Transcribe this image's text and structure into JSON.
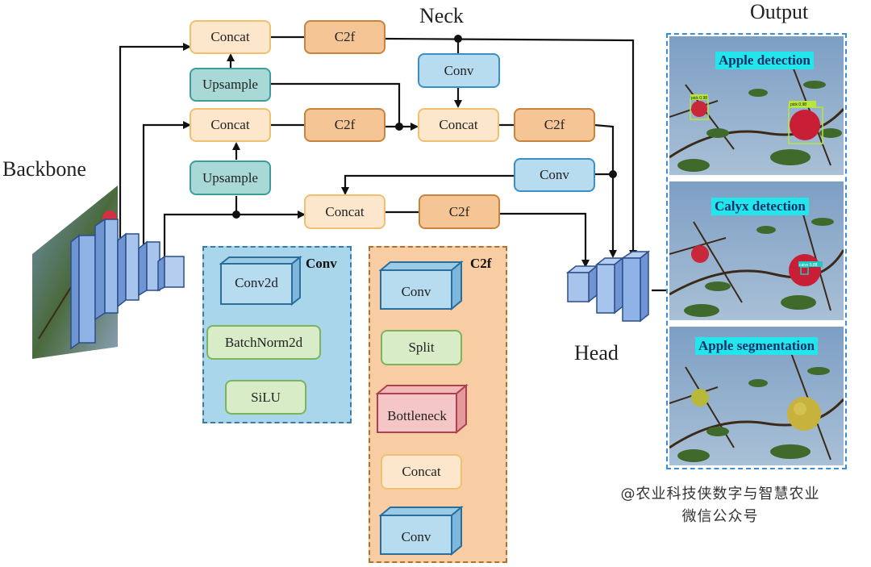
{
  "titles": {
    "neck": "Neck",
    "output": "Output",
    "backbone": "Backbone",
    "head": "Head"
  },
  "neck_blocks": {
    "concat_top": "Concat",
    "c2f_top": "C2f",
    "upsample_1": "Upsample",
    "conv_right_top": "Conv",
    "concat_mid": "Concat",
    "c2f_mid": "C2f",
    "concat_right": "Concat",
    "c2f_right": "C2f",
    "upsample_2": "Upsample",
    "conv_right_low": "Conv",
    "concat_low": "Concat",
    "c2f_low": "C2f"
  },
  "conv_panel": {
    "title": "Conv",
    "conv2d": "Conv2d",
    "batchnorm": "BatchNorm2d",
    "silu": "SiLU"
  },
  "c2f_panel": {
    "title": "C2f",
    "conv_top": "Conv",
    "split": "Split",
    "bottleneck": "Bottleneck",
    "concat": "Concat",
    "conv_bottom": "Conv"
  },
  "output_panels": [
    {
      "label": "Apple detection",
      "box_labels": [
        "pick 0.98",
        "pick 0.98"
      ]
    },
    {
      "label": "Calyx detection",
      "box_labels": [
        "calyx 0.88"
      ]
    },
    {
      "label": "Apple segmentation",
      "box_labels": []
    }
  ],
  "watermark": {
    "line1": "@农业科技侠数字与智慧农业",
    "line2": "微信公众号"
  },
  "colors": {
    "concat_fill": "#fde7cc",
    "c2f_fill": "#f5c595",
    "conv_fill": "#b7dcef",
    "upsample_fill": "#a9d9d6",
    "norm_fill": "#d7ecc7",
    "bottleneck_fill": "#f2b8b8",
    "label_bg": "#22e6ec",
    "cube_fill": "#8fb3e6"
  },
  "icons": [
    "arrow-icon",
    "junction-dot-icon",
    "cube-block-icon"
  ]
}
